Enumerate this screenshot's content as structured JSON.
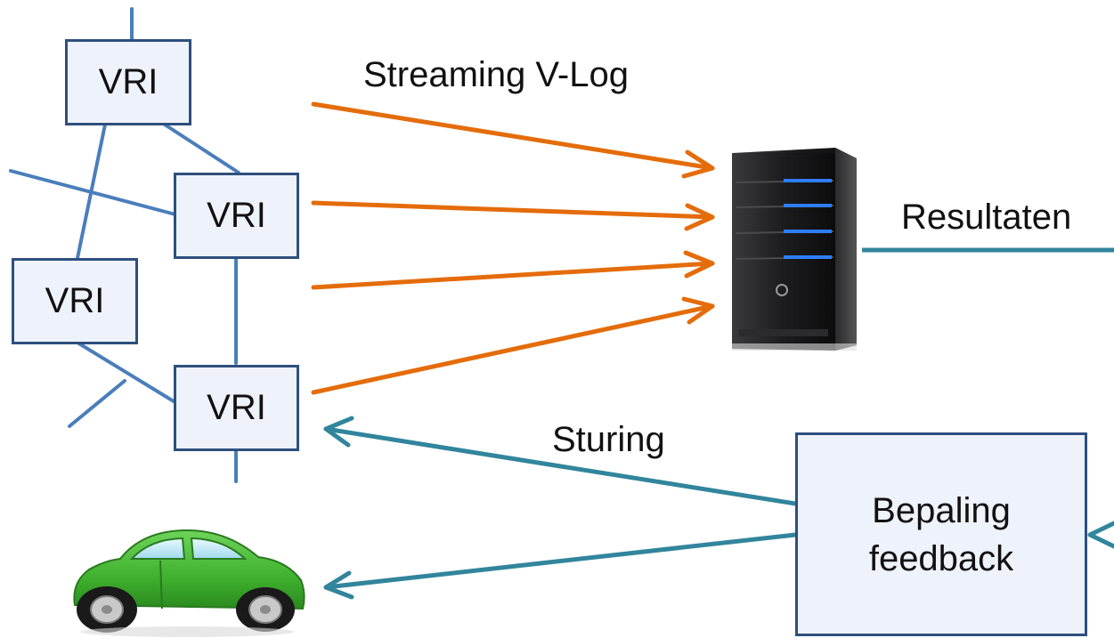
{
  "nodes": {
    "vri_1": "VRI",
    "vri_2": "VRI",
    "vri_3": "VRI",
    "vri_4": "VRI",
    "feedback_line1": "Bepaling",
    "feedback_line2": "feedback"
  },
  "labels": {
    "streaming": "Streaming V-Log",
    "results": "Resultaten",
    "control": "Sturing"
  },
  "colors": {
    "road": "#4a7ebb",
    "stream_arrow": "#e46c0a",
    "feedback_arrow": "#31859c",
    "box_fill": "#eef2fa",
    "box_border": "#2e4f7e",
    "car_body": "#3fb12e"
  },
  "icons": {
    "server": "server-tower-icon",
    "car": "car-icon"
  }
}
